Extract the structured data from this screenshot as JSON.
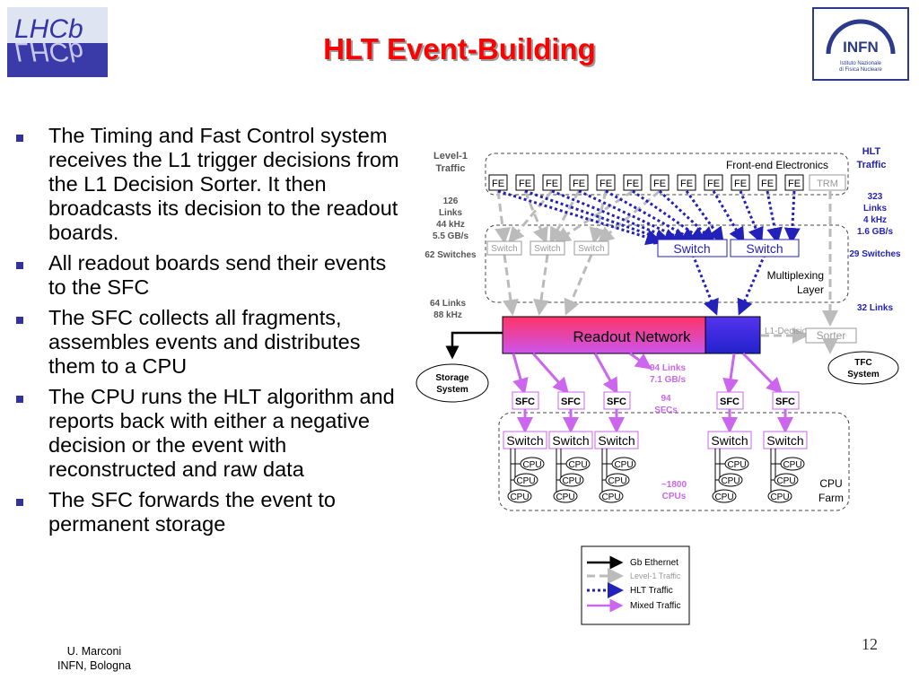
{
  "title": "HLT Event-Building",
  "logos": {
    "left_text": "LHCb",
    "right_text": "INFN",
    "right_subtext_1": "Istituto Nazionale",
    "right_subtext_2": "di Fisica Nucleare"
  },
  "bullets": [
    "The Timing and Fast Control system receives the L1 trigger decisions from the L1 Decision Sorter. It then broadcasts its decision to the readout boards.",
    "All readout boards send their events to the SFC",
    "The SFC collects all fragments, assembles events and distributes them to a CPU",
    "The CPU runs the HLT algorithm and reports back with either a negative decision or the event with reconstructed and raw data",
    "The SFC forwards the event to permanent storage"
  ],
  "diagram": {
    "left_labels": {
      "level1_traffic_1": "Level-1",
      "level1_traffic_2": "Traffic",
      "links126_1": "126",
      "links126_2": "Links",
      "links126_3": "44 kHz",
      "links126_4": "5.5 GB/s",
      "switches62": "62 Switches",
      "links64_1": "64 Links",
      "links64_2": "88 kHz"
    },
    "right_labels": {
      "hlt_traffic_1": "HLT",
      "hlt_traffic_2": "Traffic",
      "links323_1": "323",
      "links323_2": "Links",
      "links323_3": "4 kHz",
      "links323_4": "1.6 GB/s",
      "switches29": "29 Switches",
      "links32": "32 Links"
    },
    "front_end_label": "Front-end Electronics",
    "fe_label": "FE",
    "trm_label": "TRM",
    "switch_label": "Switch",
    "multiplexing_1": "Multiplexing",
    "multiplexing_2": "Layer",
    "readout_network": "Readout Network",
    "l1_decision": "L1-Decision",
    "sorter": "Sorter",
    "tfc_1": "TFC",
    "tfc_2": "System",
    "storage_1": "Storage",
    "storage_2": "System",
    "links94_1": "94 Links",
    "links94_2": "7.1 GB/s",
    "sfcs94_1": "94",
    "sfcs94_2": "SFCs",
    "sfc_label": "SFC",
    "cpu_label": "CPU",
    "cpus1800_1": "~1800",
    "cpus1800_2": "CPUs",
    "cpu_farm_1": "CPU",
    "cpu_farm_2": "Farm",
    "legend": [
      "Gb Ethernet",
      "Level-1 Traffic",
      "HLT Traffic",
      "Mixed Traffic"
    ],
    "colors": {
      "hlt": "#2222bb",
      "level1": "#bbbbbb",
      "mixed": "#cc66ee",
      "ethernet": "#000000"
    }
  },
  "footer": {
    "line1": "U. Marconi",
    "line2": "INFN, Bologna"
  },
  "page_number": "12"
}
